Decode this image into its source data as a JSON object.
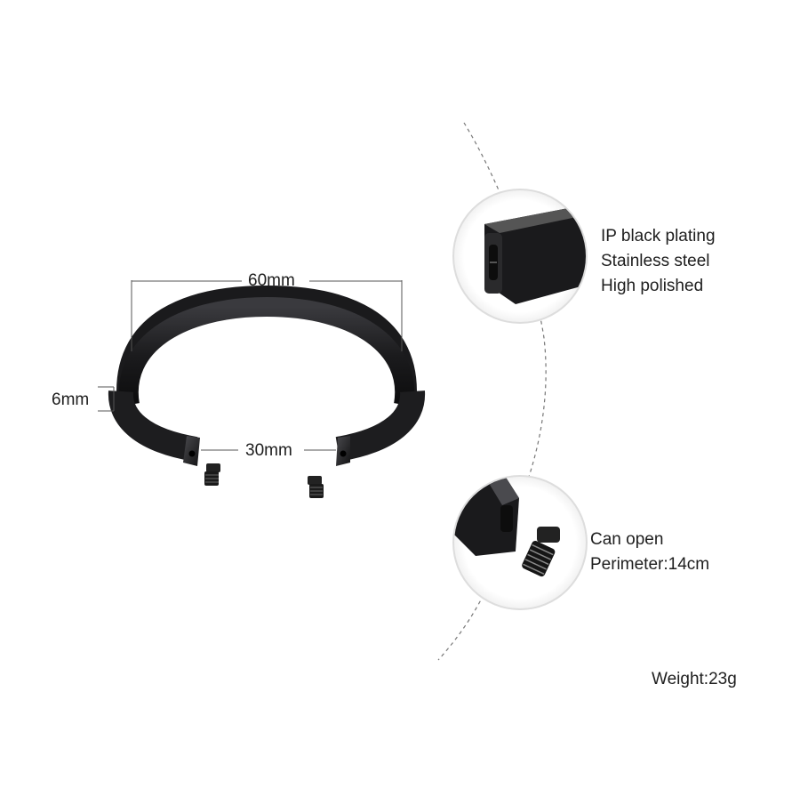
{
  "dimensions": {
    "width_label": "60mm",
    "height_label": "6mm",
    "gap_label": "30mm"
  },
  "features": {
    "finish_lines": [
      "IP black plating",
      "Stainless steel",
      "High polished"
    ],
    "opening_lines": [
      "Can open",
      "Perimeter:14cm"
    ]
  },
  "weight_label": "Weight:23g",
  "colors": {
    "metal": "#1d1d1f",
    "metal_highlight": "#4a4a4e",
    "guide_line": "#555555",
    "background": "#ffffff"
  }
}
